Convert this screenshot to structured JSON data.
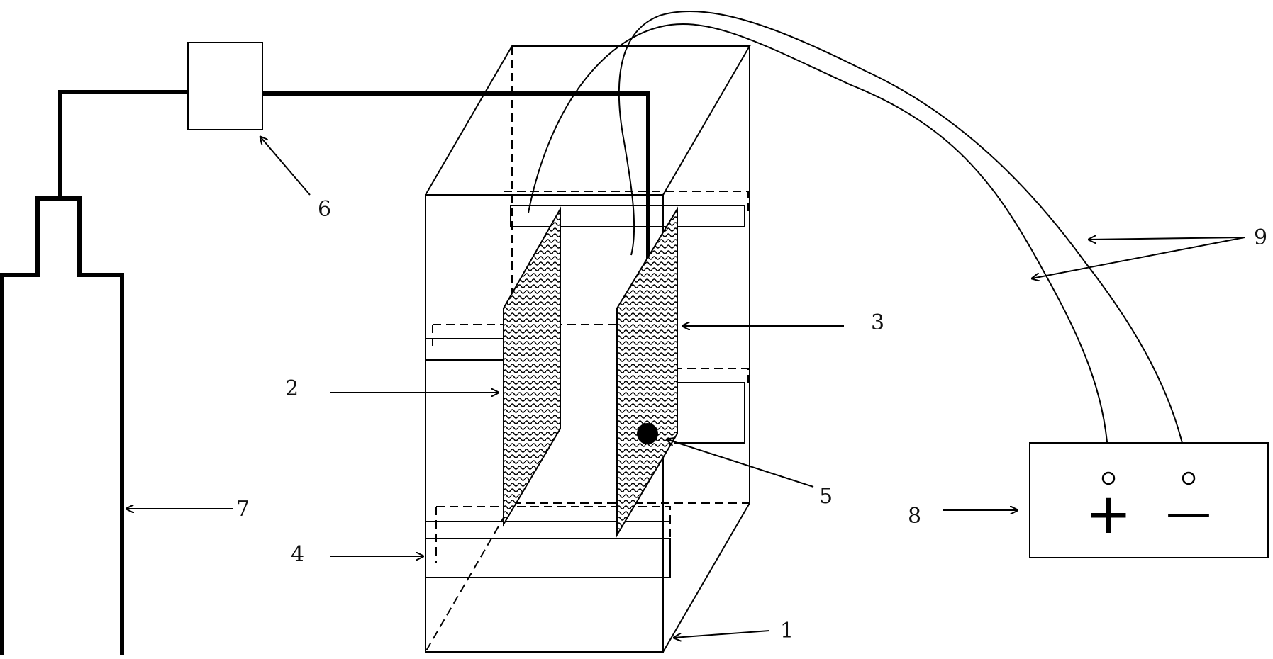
{
  "labels": {
    "l1": "1",
    "l2": "2",
    "l3": "3",
    "l4": "4",
    "l5": "5",
    "l6": "6",
    "l7": "7",
    "l8": "8",
    "l9": "9"
  },
  "power_supply": {
    "plus": "+",
    "minus": "—"
  }
}
